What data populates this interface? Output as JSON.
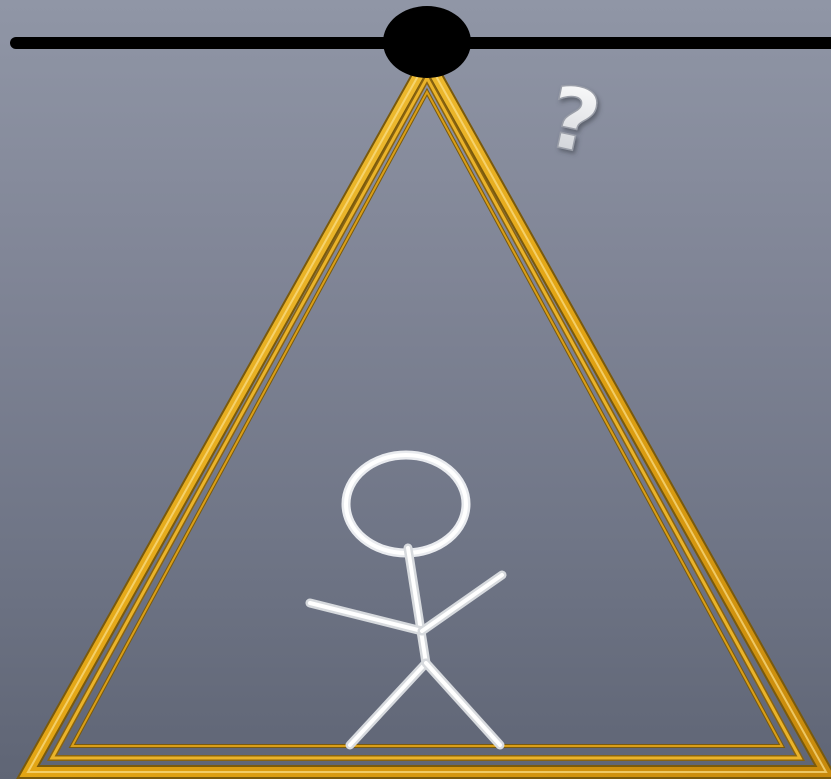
{
  "scene": {
    "question_mark": "?",
    "colors": {
      "background_top": "#9096a6",
      "background_bottom": "#5f6575",
      "bar": "#000000",
      "pivot": "#000000",
      "triangle_gold": "#e8ae1c",
      "triangle_dark": "#8a6410",
      "figure": "#ffffff"
    },
    "elements": [
      "horizontal-bar",
      "pivot-point",
      "gold-triangle-frame",
      "stick-figure",
      "question-mark-symbol"
    ]
  }
}
